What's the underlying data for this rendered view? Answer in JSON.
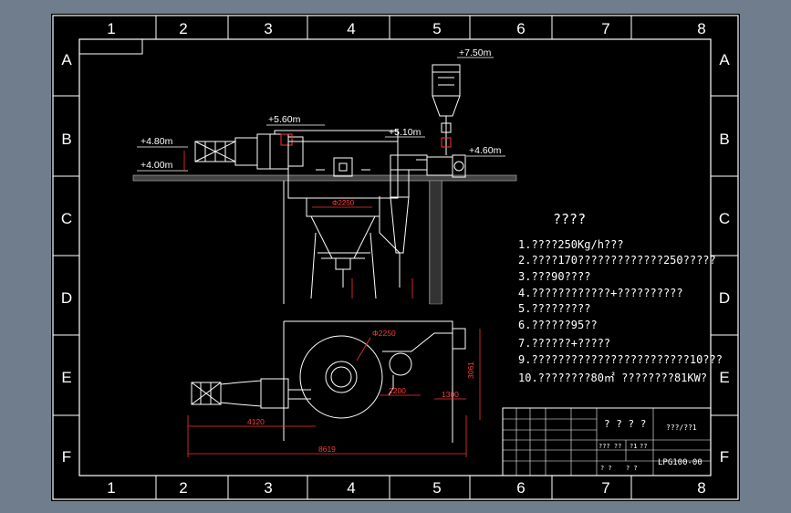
{
  "columns": [
    "1",
    "2",
    "3",
    "4",
    "5",
    "6",
    "7",
    "8"
  ],
  "rows": [
    "A",
    "B",
    "C",
    "D",
    "E",
    "F"
  ],
  "elevations": {
    "e750": "+7.50m",
    "e560": "+5.60m",
    "e510": "+5.10m",
    "e480": "+4.80m",
    "e460": "+4.60m",
    "e400": "+4.00m"
  },
  "dims": {
    "d4120": "4120",
    "d8619": "8619",
    "d3061": "3061",
    "d1300": "1300",
    "d2200": "2200",
    "phi2250_top": "Φ2250",
    "phi2250_plan": "Φ2250"
  },
  "notes_title": "????",
  "notes": [
    "1.????250Kg/h???",
    "2.????170?????????????250?????",
    "3.???90????",
    "4.????????????+??????????",
    "5.?????????",
    "6.??????95??",
    "7.??????+?????",
    "9.????????????????????????10???",
    "10.????????80㎡ ????????81KW?"
  ],
  "title_block": {
    "name": "? ? ? ?",
    "drawing_no": "LPG100-00",
    "scale": "???/??1",
    "c1": "??? ??",
    "c2": "?1",
    "c3": "??",
    "c4": "? ?",
    "c5": "? ?"
  }
}
